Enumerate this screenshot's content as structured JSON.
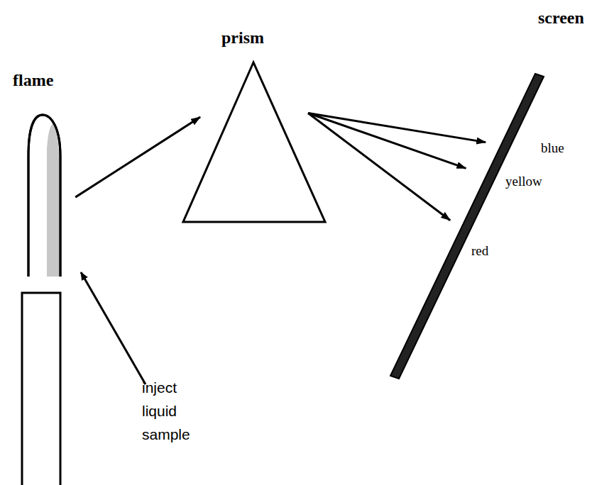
{
  "diagram": {
    "nodes": [
      {
        "text": [
          "flame"
        ]
      },
      {
        "text": [
          "prism"
        ]
      },
      {
        "text": [
          "screen"
        ]
      }
    ],
    "edges": [
      {
        "from": 0,
        "to": 1,
        "arrow": "to"
      },
      {
        "from": 1,
        "to": 2,
        "arrow": "to"
      },
      {
        "from": 1,
        "to": 2,
        "arrow": "to"
      },
      {
        "from": 1,
        "to": 2,
        "arrow": "to"
      }
    ],
    "labels": [
      "blue",
      "yellow",
      "red",
      "inject liquid sample"
    ]
  }
}
